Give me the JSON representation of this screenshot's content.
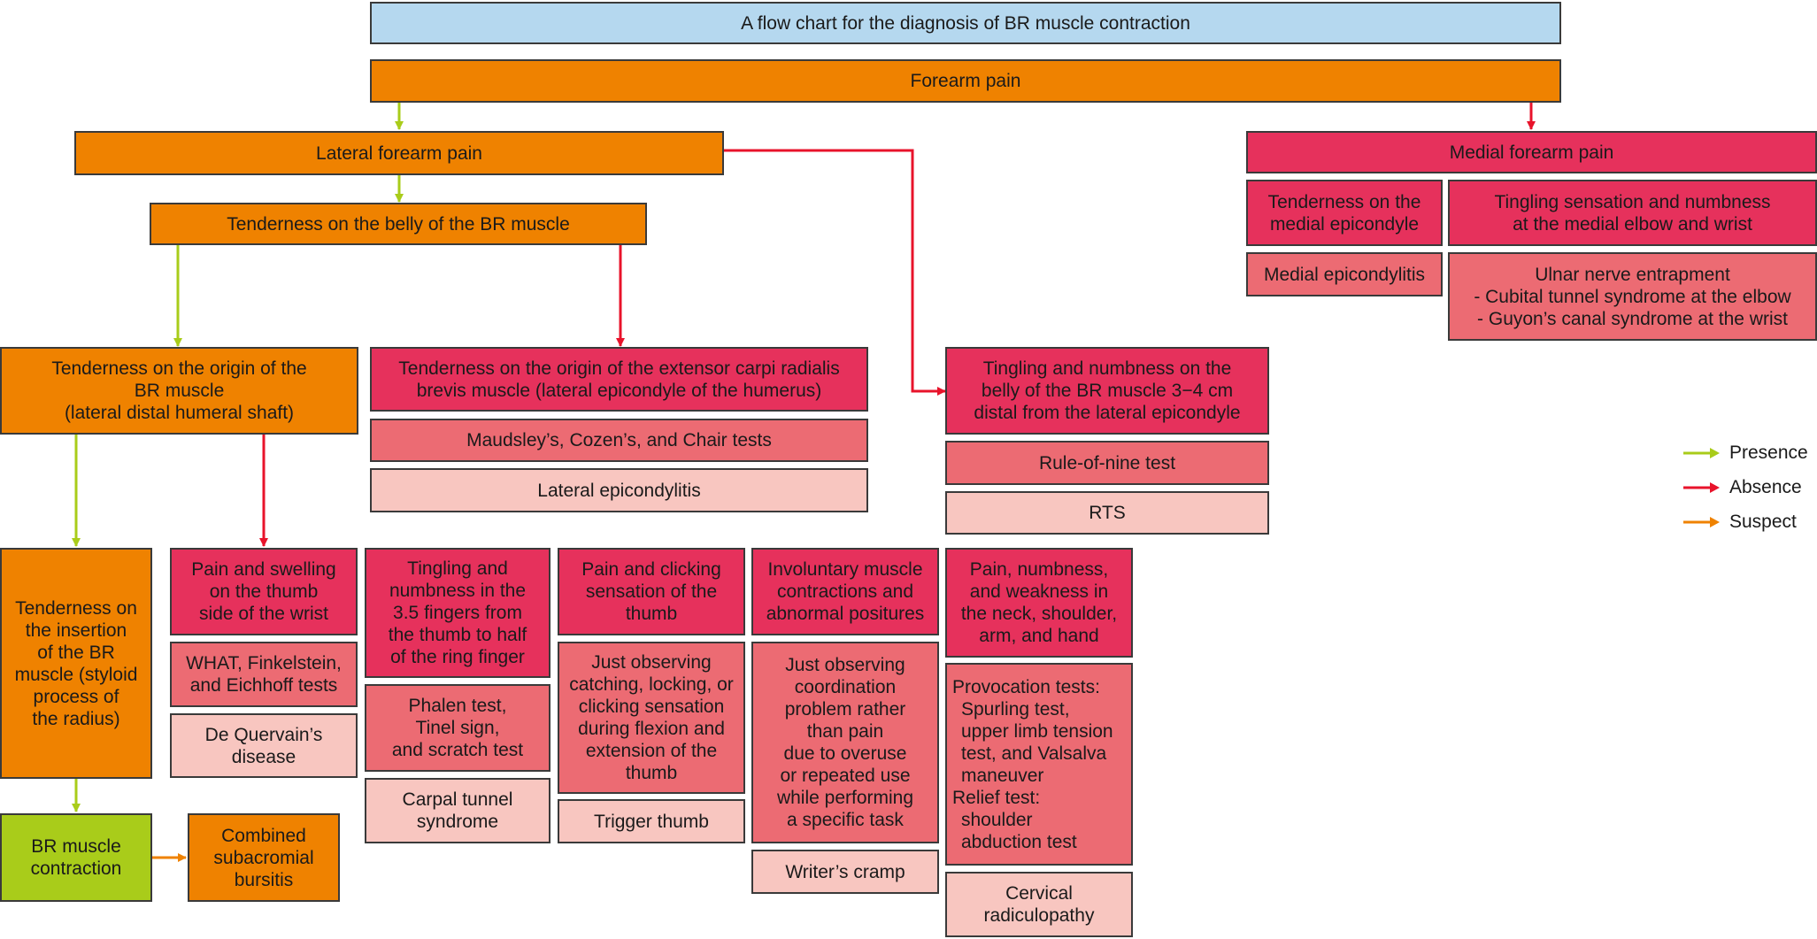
{
  "title": "A flow chart for the diagnosis of BR muscle contraction",
  "nodes": {
    "forearm_pain": [
      "Forearm pain"
    ],
    "lateral_forearm_pain": [
      "Lateral forearm pain"
    ],
    "medial_forearm_pain": [
      "Medial forearm pain"
    ],
    "tender_br_belly": [
      "Tenderness on the belly of the BR muscle"
    ],
    "tender_medial_epicondyle": [
      "Tenderness on the",
      "medial epicondyle"
    ],
    "tingling_medial": [
      "Tingling sensation and numbness",
      "at the medial elbow and wrist"
    ],
    "medial_epicondylitis": [
      "Medial epicondylitis"
    ],
    "ulnar_nerve": [
      "Ulnar nerve entrapment",
      "- Cubital tunnel syndrome at the elbow",
      "- Guyon’s canal syndrome at the wrist"
    ],
    "tender_br_origin": [
      "Tenderness on the origin of the",
      "BR muscle",
      "(lateral distal humeral shaft)"
    ],
    "tender_ecrb_origin": [
      "Tenderness on the origin of the extensor carpi radialis",
      "brevis muscle (lateral epicondyle of the humerus)"
    ],
    "maudsley_tests": [
      "Maudsley’s, Cozen’s, and Chair tests"
    ],
    "lateral_epicondylitis": [
      "Lateral epicondylitis"
    ],
    "tingling_br_belly": [
      "Tingling and numbness on the",
      "belly of the BR muscle 3−4 cm",
      "distal from the lateral epicondyle"
    ],
    "rule_of_nine": [
      "Rule-of-nine test"
    ],
    "rts": [
      "RTS"
    ],
    "tender_insertion": [
      "Tenderness on",
      "the insertion",
      "of the BR",
      "muscle (styloid",
      "process of",
      "the radius)"
    ],
    "pain_swelling_thumb": [
      "Pain and swelling",
      "on the thumb",
      "side of the wrist"
    ],
    "what_tests": [
      "WHAT, Finkelstein,",
      "and Eichhoff tests"
    ],
    "de_quervain": [
      "De Quervain’s",
      "disease"
    ],
    "tingling_fingers": [
      "Tingling and",
      "numbness in the",
      "3.5 fingers from",
      "the thumb to half",
      "of the ring finger"
    ],
    "phalen_test": [
      "Phalen test,",
      "Tinel sign,",
      "and scratch test"
    ],
    "carpal_tunnel": [
      "Carpal tunnel",
      "syndrome"
    ],
    "pain_clicking_thumb": [
      "Pain and clicking",
      "sensation of the",
      "thumb"
    ],
    "observing_catching": [
      "Just observing",
      "catching, locking, or",
      "clicking sensation",
      "during flexion and",
      "extension of the",
      "thumb"
    ],
    "trigger_thumb": [
      "Trigger thumb"
    ],
    "involuntary_contractions": [
      "Involuntary muscle",
      "contractions and",
      "abnormal positures"
    ],
    "observing_coordination": [
      "Just observing",
      "coordination",
      "problem rather",
      "than pain",
      "due to overuse",
      "or repeated use",
      "while performing",
      "a specific task"
    ],
    "writers_cramp": [
      "Writer’s cramp"
    ],
    "pain_neck": [
      "Pain, numbness,",
      "and weakness in",
      "the neck, shoulder,",
      "arm, and hand"
    ],
    "provocation_tests": [
      "Provocation tests:",
      "  Spurling test,",
      "  upper limb tension",
      "  test, and Valsalva",
      "  maneuver",
      "Relief test:",
      "  shoulder",
      "  abduction test"
    ],
    "cervical_radiculopathy": [
      "Cervical",
      "radiculopathy"
    ],
    "br_contraction": [
      "BR muscle",
      "contraction"
    ],
    "subacromial_bursitis": [
      "Combined",
      "subacromial",
      "bursitis"
    ]
  },
  "legend": [
    {
      "label": "Presence",
      "color": "#a9cc1a"
    },
    {
      "label": "Absence",
      "color": "#e8132b"
    },
    {
      "label": "Suspect",
      "color": "#ef8200"
    }
  ],
  "colors": {
    "presence_arrow": "#a9cc1a",
    "absence_arrow": "#e8132b",
    "suspect_arrow": "#ef8200"
  }
}
